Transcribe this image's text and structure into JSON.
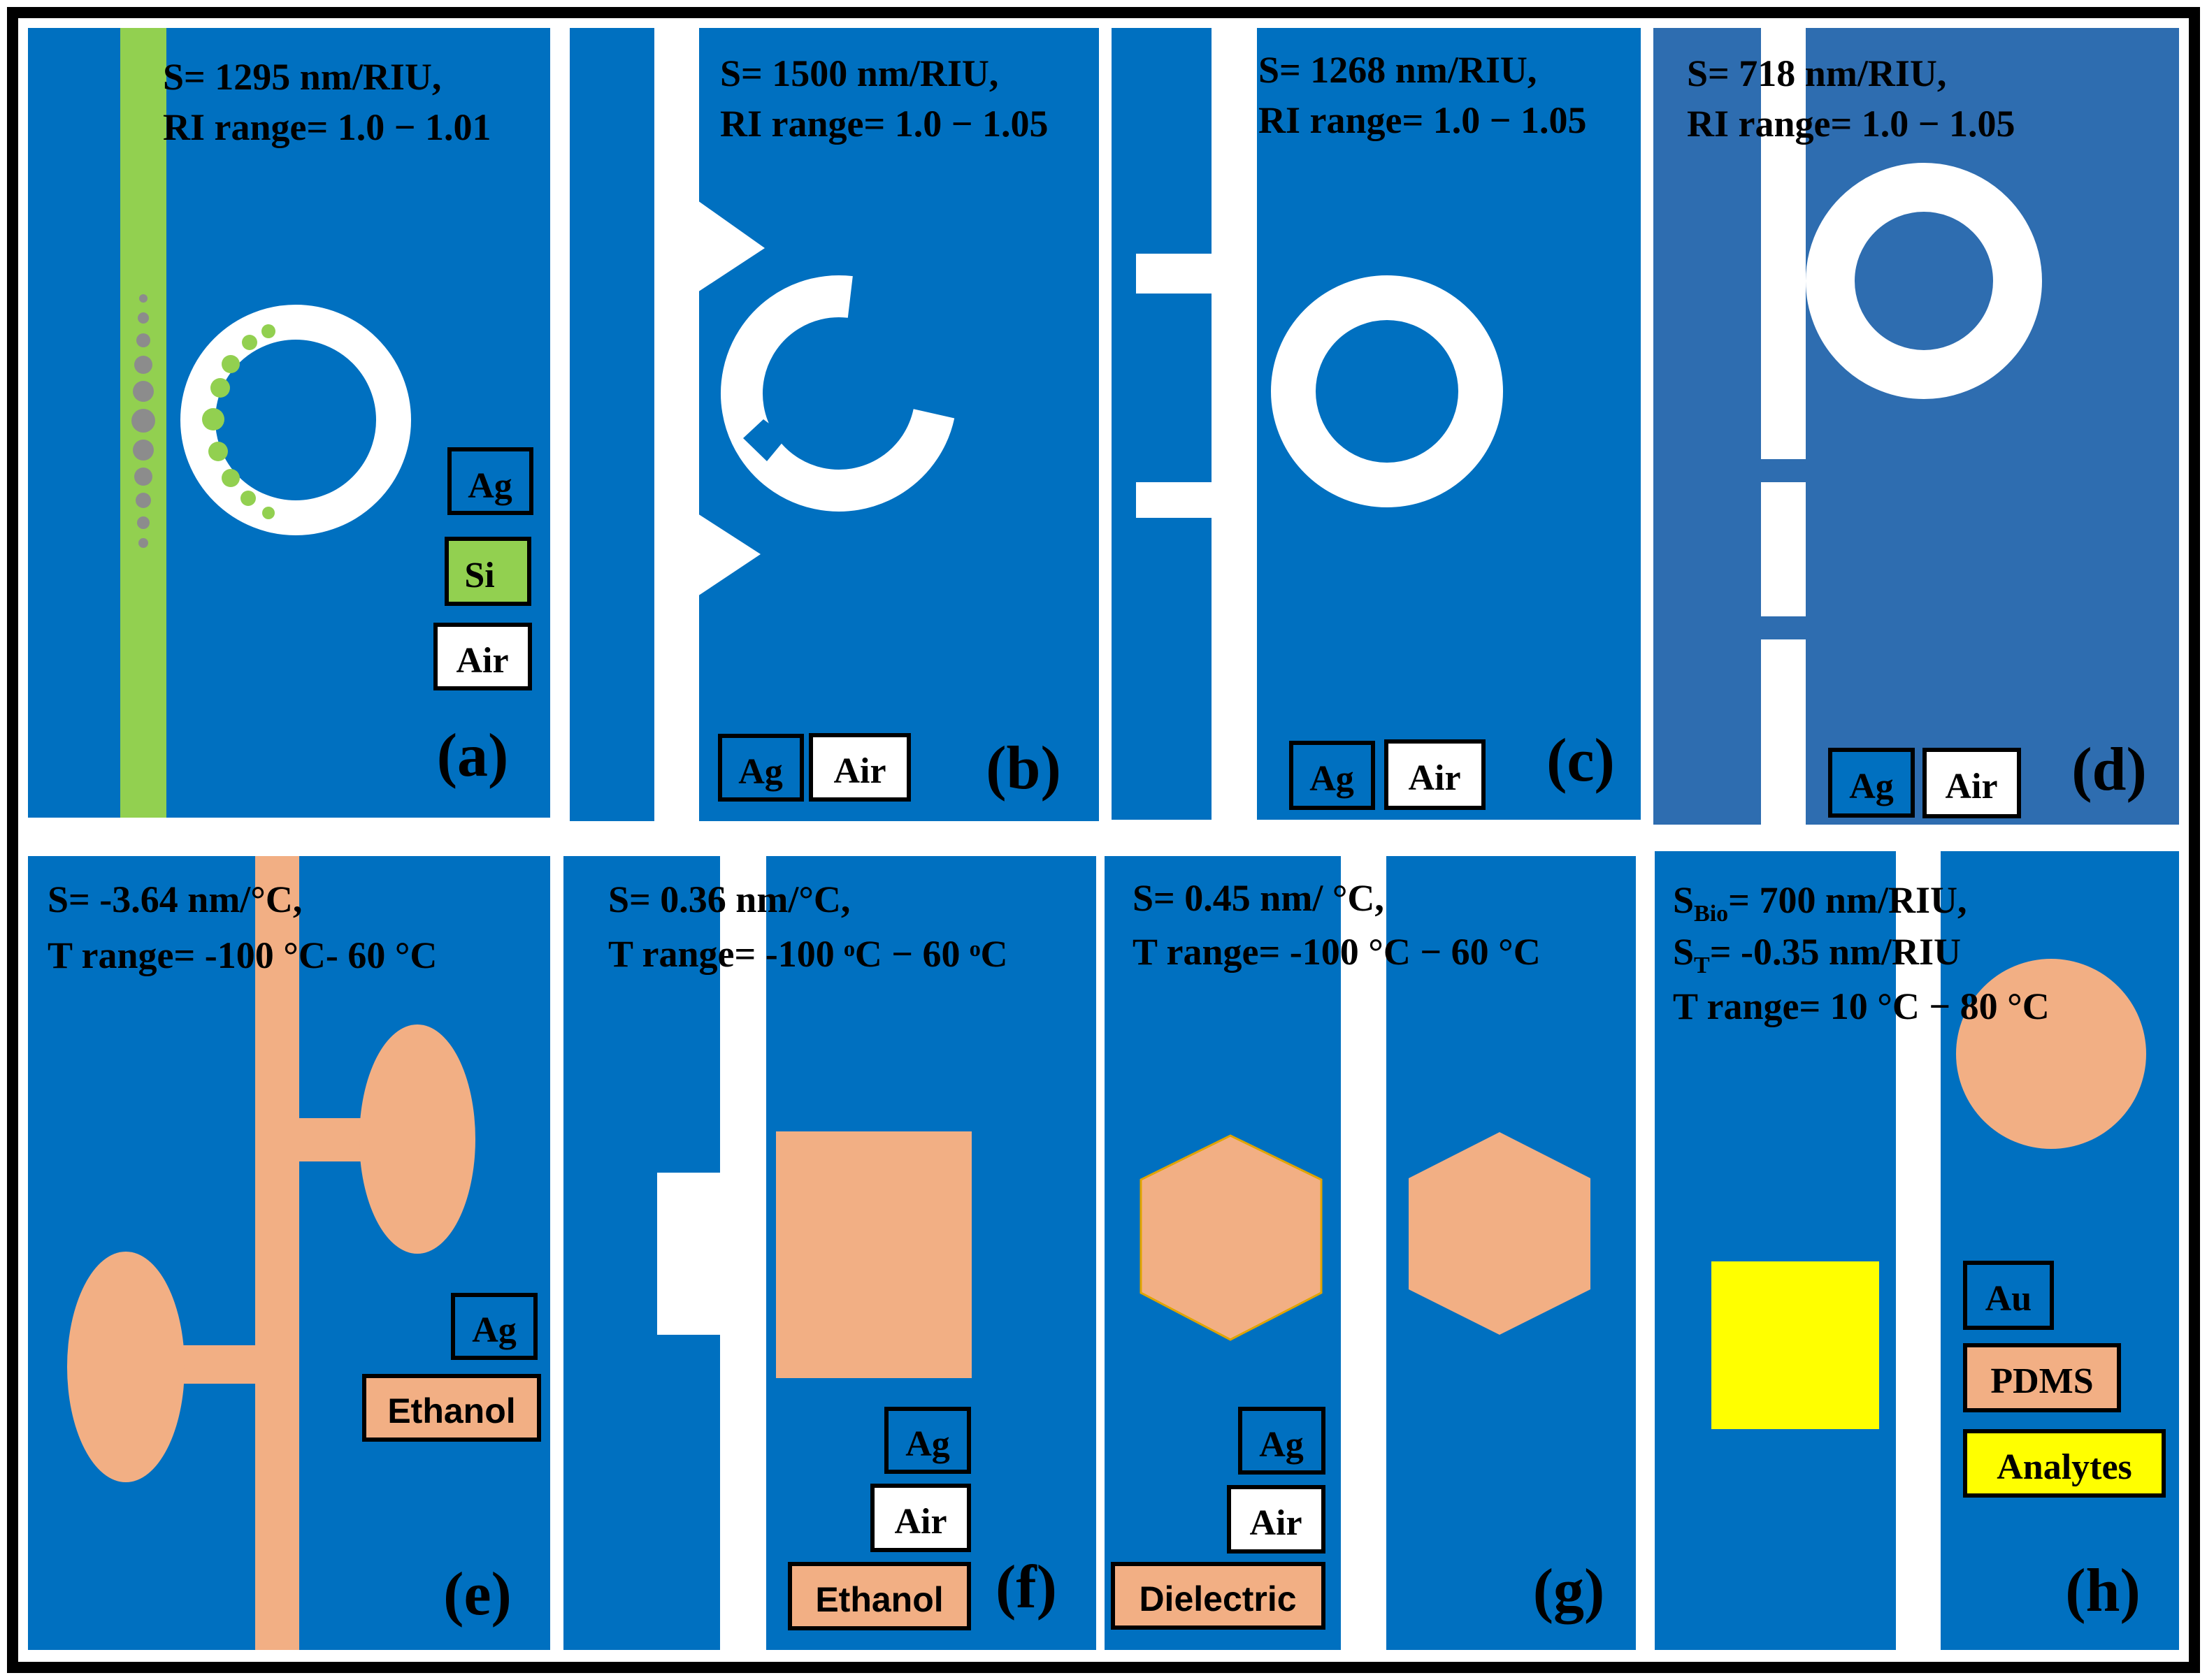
{
  "colors": {
    "background": "#0070C0",
    "background_d": "#2E6DB0",
    "ag": "#FFFFFF",
    "si": "#92D050",
    "particle": "#8C8C8C",
    "ethanol": "#F2AF84",
    "analytes": "#FFFF00",
    "frame": "#000000"
  },
  "panels": {
    "a": {
      "label": "(a)",
      "info": [
        "S= 1295 nm/RIU,",
        "RI range= 1.0 − 1.01"
      ],
      "legend": [
        {
          "text": "Ag",
          "material": "ag-swatch"
        },
        {
          "text": "Si",
          "material": "si-swatch"
        },
        {
          "text": "Air",
          "material": "air-swatch"
        }
      ]
    },
    "b": {
      "label": "(b)",
      "info": [
        "S= 1500 nm/RIU,",
        "RI range= 1.0 − 1.05"
      ],
      "legend": [
        {
          "text": "Ag",
          "material": "ag-swatch"
        },
        {
          "text": "Air",
          "material": "air-swatch"
        }
      ]
    },
    "c": {
      "label": "(c)",
      "info": [
        "S= 1268 nm/RIU,",
        "RI range= 1.0 − 1.05"
      ],
      "legend": [
        {
          "text": "Ag",
          "material": "ag-swatch"
        },
        {
          "text": "Air",
          "material": "air-swatch"
        }
      ]
    },
    "d": {
      "label": "(d)",
      "info": [
        "S= 718 nm/RIU,",
        "RI range= 1.0 − 1.05"
      ],
      "legend": [
        {
          "text": "Ag",
          "material": "ag-swatch"
        },
        {
          "text": "Air",
          "material": "air-swatch"
        }
      ]
    },
    "e": {
      "label": "(e)",
      "info": [
        "S= -3.64 nm/°C,",
        "T range= -100 °C- 60 °C"
      ],
      "legend": [
        {
          "text": "Ag",
          "material": "ag-swatch"
        },
        {
          "text": "Ethanol",
          "material": "ethanol-swatch"
        }
      ]
    },
    "f": {
      "label": "(f)",
      "info": [
        "S= 0.36 nm/°C,",
        "T range= -100 ᵒC − 60 ᵒC"
      ],
      "legend": [
        {
          "text": "Ag",
          "material": "ag-swatch"
        },
        {
          "text": "Air",
          "material": "air-swatch"
        },
        {
          "text": "Ethanol",
          "material": "ethanol-swatch"
        }
      ]
    },
    "g": {
      "label": "(g)",
      "info": [
        "S= 0.45 nm/ °C,",
        "T range= -100 °C − 60 °C"
      ],
      "legend": [
        {
          "text": "Ag",
          "material": "ag-swatch"
        },
        {
          "text": "Air",
          "material": "air-swatch"
        },
        {
          "text": "Dielectric",
          "material": "dielectric-swatch"
        }
      ]
    },
    "h": {
      "label": "(h)",
      "info": {
        "line1_main": "S",
        "line1_sub": "Bio",
        "line1_rest": "= 700 nm/RIU,",
        "line2_main": "S",
        "line2_sub": "T",
        "line2_rest": "= -0.35 nm/RIU",
        "line3": "T range= 10 °C − 80 °C"
      },
      "legend": [
        {
          "text": "Au",
          "material": "au-swatch"
        },
        {
          "text": "PDMS",
          "material": "pdms-swatch"
        },
        {
          "text": "Analytes",
          "material": "analytes-swatch"
        }
      ]
    }
  }
}
